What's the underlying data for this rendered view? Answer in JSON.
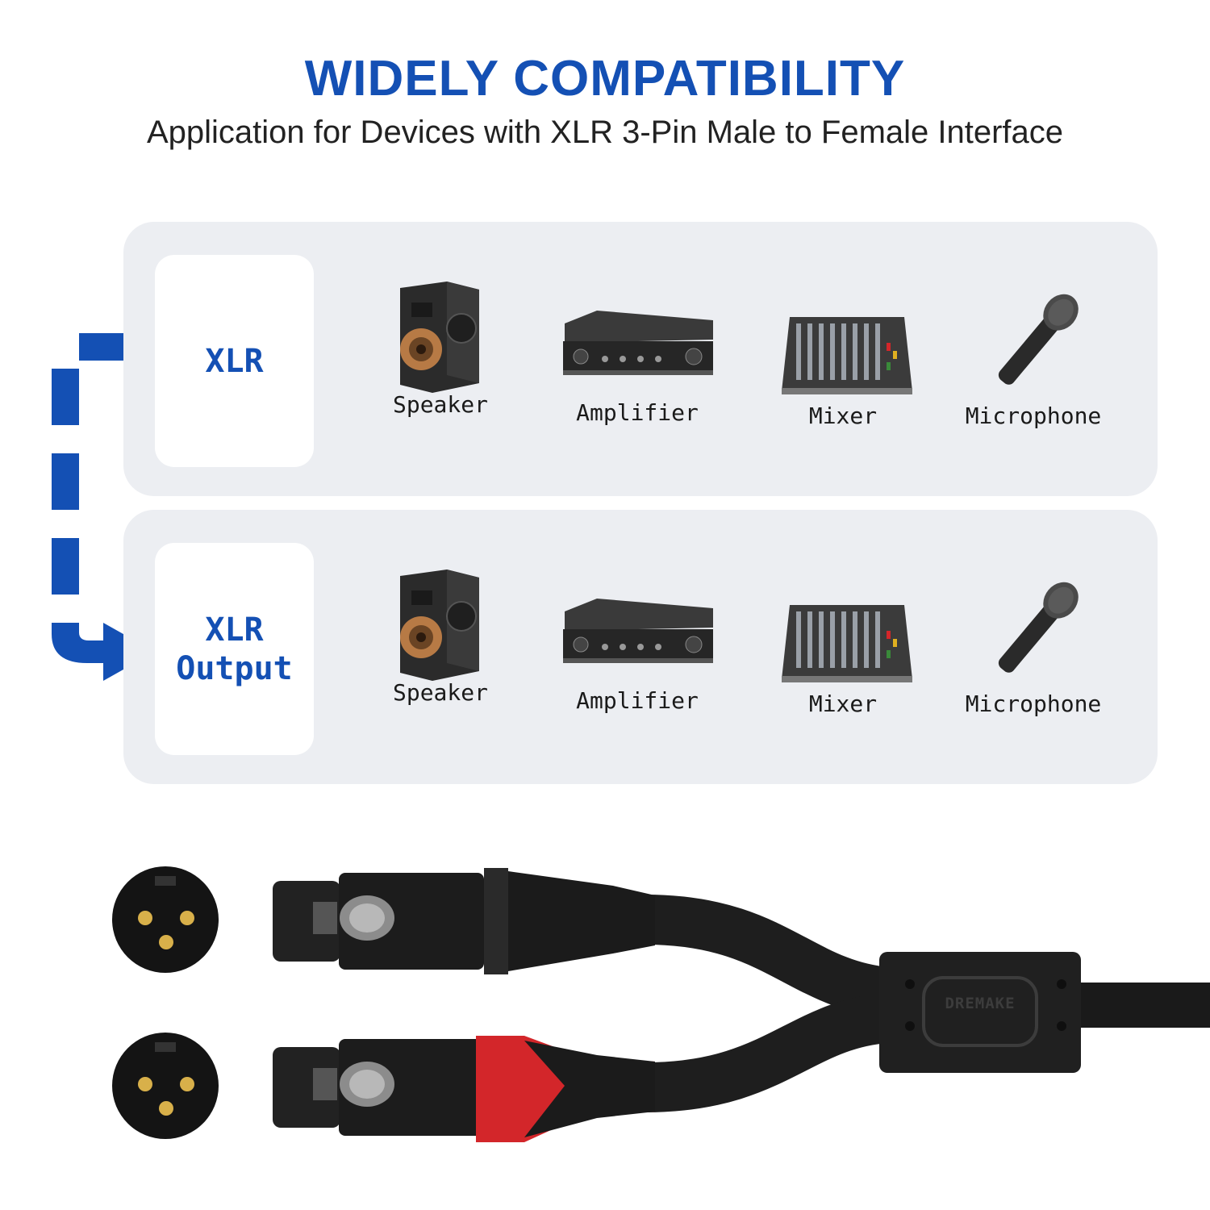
{
  "header": {
    "title": "WIDELY COMPATIBILITY",
    "subtitle": "Application for Devices with XLR 3-Pin Male to Female Interface"
  },
  "rows": [
    {
      "label_lines": [
        "XLR"
      ],
      "devices": [
        {
          "label": "Speaker",
          "icon": "speaker-icon"
        },
        {
          "label": "Amplifier",
          "icon": "amplifier-icon"
        },
        {
          "label": "Mixer",
          "icon": "mixer-icon"
        },
        {
          "label": "Microphone",
          "icon": "microphone-icon"
        }
      ]
    },
    {
      "label_lines": [
        "XLR",
        "Output"
      ],
      "devices": [
        {
          "label": "Speaker",
          "icon": "speaker-icon"
        },
        {
          "label": "Amplifier",
          "icon": "amplifier-icon"
        },
        {
          "label": "Mixer",
          "icon": "mixer-icon"
        },
        {
          "label": "Microphone",
          "icon": "microphone-icon"
        }
      ]
    }
  ],
  "cable": {
    "brand": "DREMAKE"
  },
  "colors": {
    "accent": "#1450b4",
    "panel": "#eceef2",
    "red_connector": "#d3262a"
  }
}
